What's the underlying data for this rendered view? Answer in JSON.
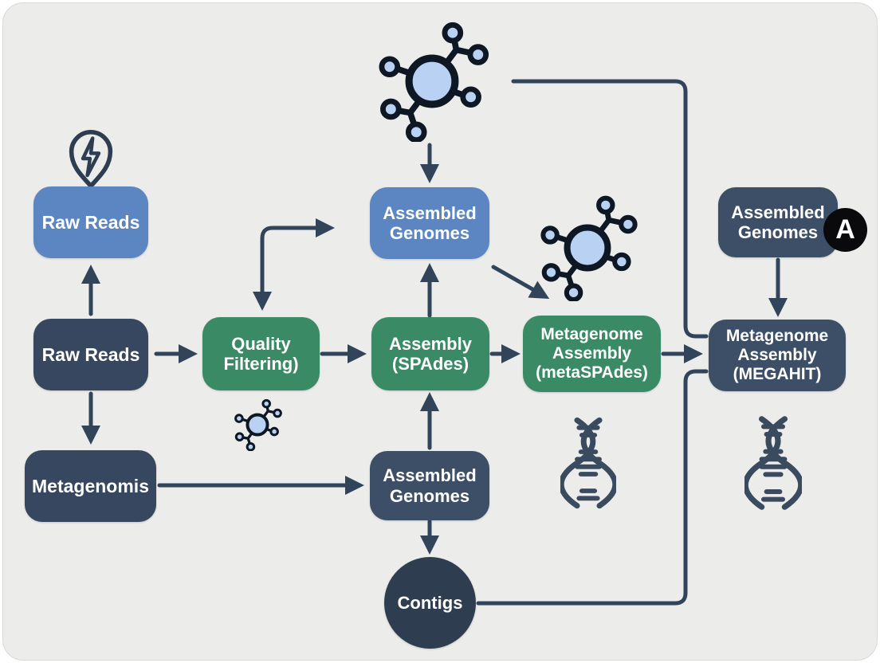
{
  "diagram": {
    "title": "Metagenome assembly pipeline flowchart",
    "background": "#ececea"
  },
  "colors": {
    "blue_node": "#5b86c2",
    "green_node": "#3a8a65",
    "navy_node": "#36475f",
    "contigs_node": "#2e3d50",
    "arrow": "#31445a",
    "molecule_fill": "#b9d2f3",
    "molecule_stroke": "#0e1724",
    "helix": "#3a4a5f",
    "badge_bg": "#0a0a0c",
    "label_text": "#ffffff"
  },
  "nodes": {
    "raw_reads_top": {
      "label": "Raw Reads"
    },
    "raw_reads_mid": {
      "label": "Raw Reads"
    },
    "metagenomics": {
      "label": "Metagenomis"
    },
    "quality_filtering": {
      "label": "Quality Filtering)"
    },
    "assembly_spades": {
      "label": "Assembly (SPAdes)"
    },
    "assembled_genomes_top": {
      "label": "Assembled Genomes"
    },
    "assembled_genomes_bottom": {
      "label": "Assembled Genomes"
    },
    "assembled_genomes_right": {
      "label": "Assembled Genomes",
      "badge": "A"
    },
    "metagenome_assembly_metaspades": {
      "label": "Metagenome Assembly (metaSPAdes)"
    },
    "metagenome_assembly_megahit": {
      "label": "Metagenome Assembly (MEGAHIT)"
    },
    "contigs": {
      "label": "Contigs"
    }
  },
  "icons": [
    {
      "name": "lightning-pin-icon"
    },
    {
      "name": "molecule-icon-large"
    },
    {
      "name": "molecule-icon-medium"
    },
    {
      "name": "molecule-icon-small"
    },
    {
      "name": "dna-helix-icon-left"
    },
    {
      "name": "dna-helix-icon-right"
    },
    {
      "name": "a-badge-icon"
    }
  ]
}
